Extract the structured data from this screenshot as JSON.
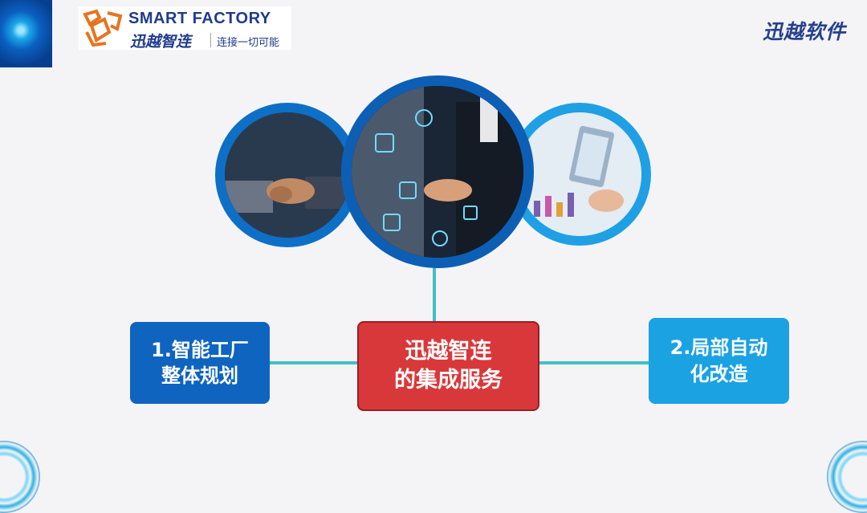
{
  "header": {
    "brand_en": "SMART FACTORY",
    "brand_cn": "迅越智连",
    "slogan": "连接一切可能",
    "brand_right": "迅越软件"
  },
  "diagram": {
    "center": {
      "line1": "迅越智连",
      "line2": "的集成服务"
    },
    "left": {
      "line1": "1.智能工厂",
      "line2": "整体规划"
    },
    "right": {
      "line1": "2.局部自动",
      "line2": "化改造"
    }
  },
  "colors": {
    "center_box": "#d9383a",
    "left_box": "#0f64c0",
    "right_box": "#1aa2e3",
    "connector": "#40c0c5",
    "ring_dark": "#0d5fb5",
    "ring_light": "#1fa0e4"
  },
  "images": {
    "left": "handshake-photo",
    "middle": "businessman-tech-icons-photo",
    "right": "tablet-chart-photo"
  }
}
